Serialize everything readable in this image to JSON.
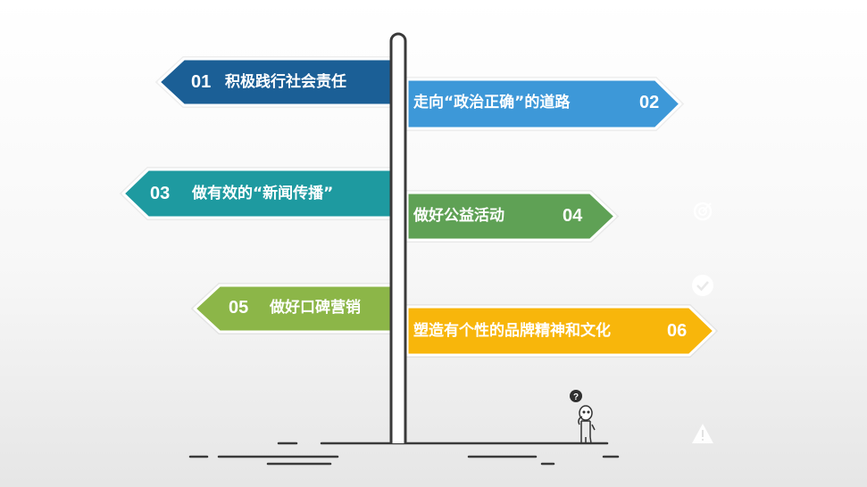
{
  "signs": [
    {
      "num": "01",
      "text": "积极践行社会责任",
      "color": "#1b5f96",
      "direction": "left"
    },
    {
      "num": "02",
      "text": "走向“政治正确”的道路",
      "color": "#3d98d8",
      "direction": "right"
    },
    {
      "num": "03",
      "text": "做有效的“新闻传播”",
      "color": "#1e9aa0",
      "direction": "left"
    },
    {
      "num": "04",
      "text": "做好公益活动",
      "color": "#5fa155",
      "direction": "right"
    },
    {
      "num": "05",
      "text": "做好口碑营销",
      "color": "#8cb648",
      "direction": "left"
    },
    {
      "num": "06",
      "text": "塑造有个性的品牌精神和文化",
      "color": "#f8b60b",
      "direction": "right"
    }
  ],
  "character": {
    "thought": "?"
  },
  "icons": [
    "target-icon",
    "check-circle-icon",
    "warning-icon"
  ]
}
